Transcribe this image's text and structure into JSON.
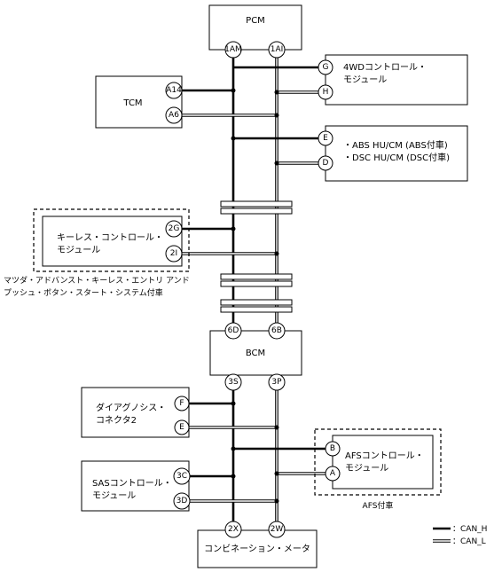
{
  "modules": {
    "pcm": "PCM",
    "tcm": "TCM",
    "bcm": "BCM",
    "fourwd_line1": "4WDコントロール・",
    "fourwd_line2": "モジュール",
    "abs_line1": "・ABS HU/CM (ABS付車)",
    "abs_line2": "・DSC HU/CM (DSC付車)",
    "keyless_line1": "キーレス・コントロール・",
    "keyless_line2": "モジュール",
    "diag_line1": "ダイアグノシス・",
    "diag_line2": "コネクタ2",
    "sas_line1": "SASコントロール・",
    "sas_line2": "モジュール",
    "afs_line1": "AFSコントロール・",
    "afs_line2": "モジュール",
    "meter": "コンビネーション・メータ"
  },
  "notes": {
    "keyless_opt_line1": "マツダ・アドバンスト・キーレス・エントリ アンド",
    "keyless_opt_line2": "プッシュ・ボタン・スタート・システム付車",
    "afs_opt": "AFS付車"
  },
  "connectors": {
    "pcm_h": "1AM",
    "pcm_l": "1AI",
    "fourwd_h": "G",
    "fourwd_l": "H",
    "tcm_h": "A14",
    "tcm_l": "A6",
    "abs_h": "E",
    "abs_l": "D",
    "keyless_h": "2G",
    "keyless_l": "2I",
    "bcm_top_h": "6D",
    "bcm_top_l": "6B",
    "bcm_bot_h": "3S",
    "bcm_bot_l": "3P",
    "diag_h": "F",
    "diag_l": "E",
    "afs_h": "B",
    "afs_l": "A",
    "sas_h": "3C",
    "sas_l": "3D",
    "meter_h": "2X",
    "meter_l": "2W"
  },
  "legend": {
    "can_h": "：CAN_H",
    "can_l": "：CAN_L"
  }
}
